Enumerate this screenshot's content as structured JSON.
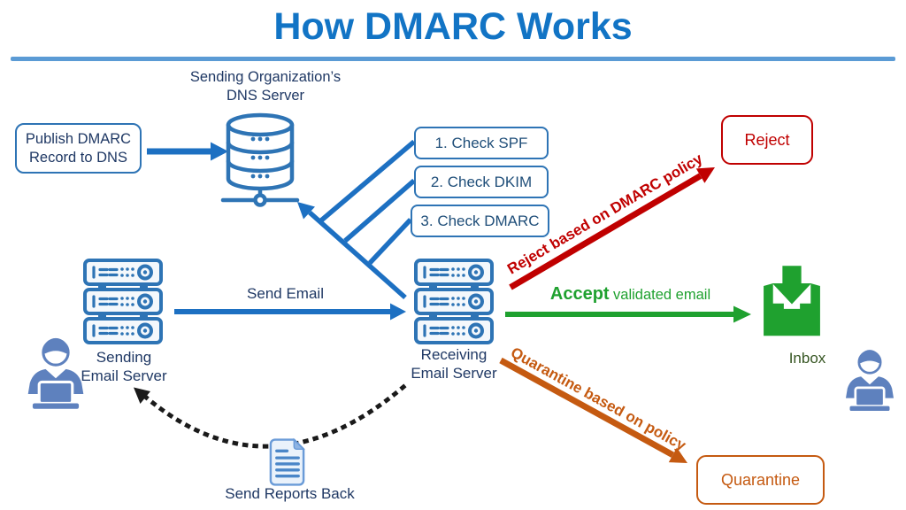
{
  "title": "How DMARC Works",
  "dns": {
    "label_line1": "Sending Organization’s",
    "label_line2": "DNS Server"
  },
  "publish_box": {
    "line1": "Publish DMARC",
    "line2": "Record to DNS"
  },
  "checks": [
    {
      "label": "1. Check SPF"
    },
    {
      "label": "2. Check DKIM"
    },
    {
      "label": "3. Check DMARC"
    }
  ],
  "servers": {
    "sending": {
      "line1": "Sending",
      "line2": "Email Server"
    },
    "receiving": {
      "line1": "Receiving",
      "line2": "Email Server"
    }
  },
  "flows": {
    "send_email": "Send Email",
    "reject": "Reject based on DMARC policy",
    "accept_main": "Accept",
    "accept_sub": "validated email",
    "quarantine": "Quarantine based on policy",
    "reports": "Send Reports Back"
  },
  "outcomes": {
    "reject": "Reject",
    "inbox": "Inbox",
    "quarantine": "Quarantine"
  },
  "icons": {
    "dns": "database-stack-icon",
    "email_server": "server-rack-icon",
    "inbox": "inbox-tray-arrow-icon",
    "report_document": "report-document-icon",
    "end_user": "person-with-laptop-icon"
  },
  "colors": {
    "title_blue": "#1274C5",
    "underline_blue": "#5B9BD5",
    "diagram_blue": "#1D70C2",
    "border_blue": "#2E74B5",
    "dark_navy": "#1F3864",
    "check_text": "#1F4E79",
    "red": "#C00000",
    "green": "#1FA12F",
    "inbox_green": "#375623",
    "orange": "#C55A11",
    "person_blue": "#5E81BE",
    "black": "#1A1A1A"
  }
}
